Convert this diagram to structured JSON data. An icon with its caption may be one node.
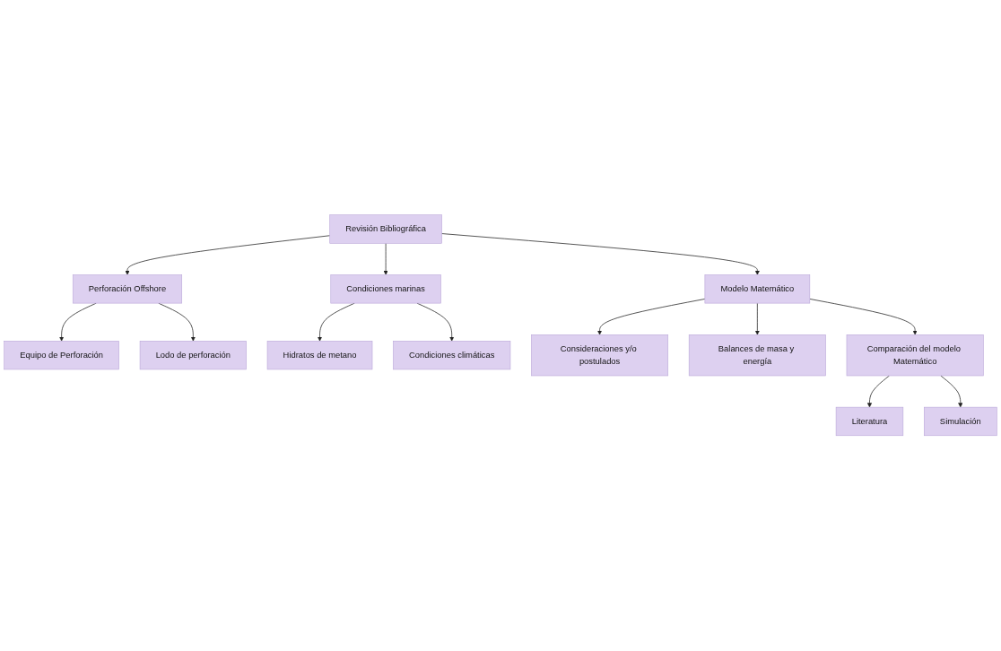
{
  "diagram": {
    "nodes": [
      {
        "text": [
          "Perforación Offshore"
        ]
      },
      {
        "text": [
          "Revisión Bibliográfica"
        ]
      },
      {
        "text": [
          "Condiciones marinas"
        ]
      },
      {
        "text": [
          "Equipo de Perforación"
        ]
      },
      {
        "text": [
          "Lodo de perforación"
        ]
      },
      {
        "text": [
          "Hidratos de metano"
        ]
      },
      {
        "text": [
          "Condiciones climáticas"
        ]
      },
      {
        "text": [
          "Consideraciones y/o postulados"
        ]
      },
      {
        "text": [
          "Modelo Matemático"
        ]
      },
      {
        "text": [
          "Balances de masa y energía"
        ]
      },
      {
        "text": [
          "Literatura"
        ]
      },
      {
        "text": [
          "Comparación del modelo Matemático"
        ]
      },
      {
        "text": [
          "Simulación"
        ]
      }
    ],
    "edges": [
      {
        "from": 1,
        "to": 0,
        "arrow": "to"
      },
      {
        "from": 1,
        "to": 2,
        "arrow": "to"
      },
      {
        "from": 0,
        "to": 3,
        "arrow": "to"
      },
      {
        "from": 0,
        "to": 4,
        "arrow": "to"
      },
      {
        "from": 2,
        "to": 5,
        "arrow": "to"
      },
      {
        "from": 2,
        "to": 6,
        "arrow": "to"
      },
      {
        "from": 1,
        "to": 8,
        "arrow": "to"
      },
      {
        "from": 8,
        "to": 7,
        "arrow": "to"
      },
      {
        "from": 8,
        "to": 9,
        "arrow": "to"
      },
      {
        "from": 8,
        "to": 11,
        "arrow": "to"
      },
      {
        "from": 11,
        "to": 10,
        "arrow": "to"
      },
      {
        "from": 11,
        "to": 12,
        "arrow": "to"
      }
    ]
  }
}
